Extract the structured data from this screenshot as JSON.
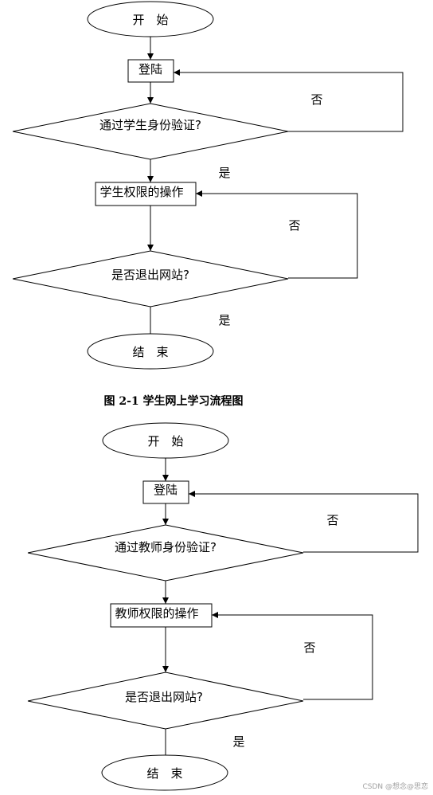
{
  "flowchart1": {
    "start": "开　始",
    "login": "登陆",
    "verify": "通过学生身份验证?",
    "yes1": "是",
    "no1": "否",
    "operate": "学生权限的操作",
    "exit": "是否退出网站?",
    "no2": "否",
    "yes2": "是",
    "end": "结　束"
  },
  "caption": "图 2-1  学生网上学习流程图",
  "flowchart2": {
    "start": "开　始",
    "login": "登陆",
    "verify": "通过教师身份验证?",
    "no1": "否",
    "operate": "教师权限的操作",
    "exit": "是否退出网站?",
    "no2": "否",
    "yes2": "是",
    "end": "结　束"
  },
  "watermark": "CSDN @想念@思恋"
}
